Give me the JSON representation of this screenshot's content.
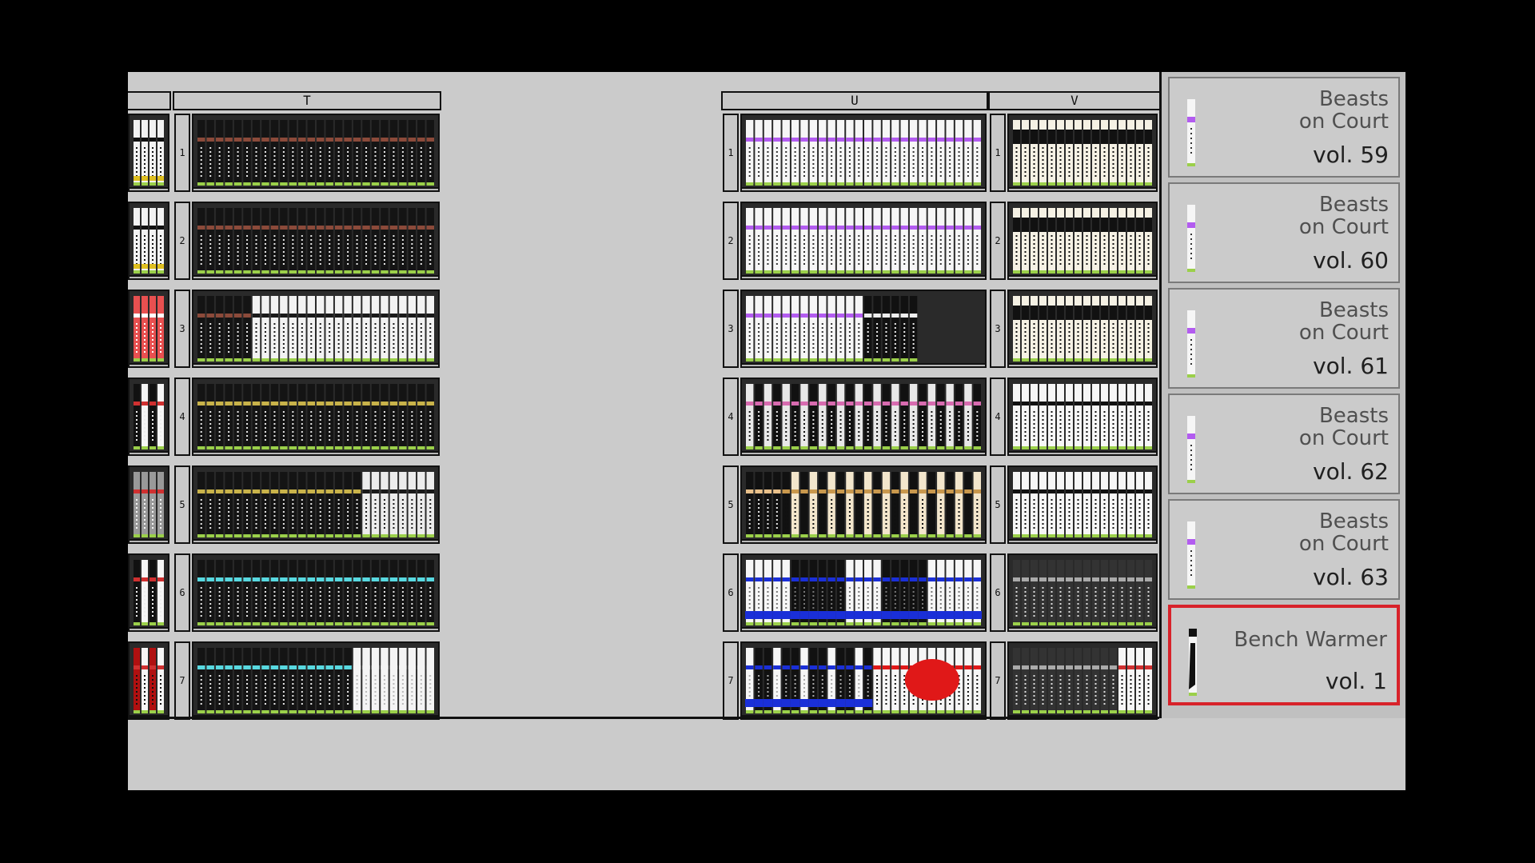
{
  "sections": [
    {
      "id": "T",
      "label": "T"
    },
    {
      "id": "U",
      "label": "U"
    },
    {
      "id": "V",
      "label": "V"
    }
  ],
  "row_labels": [
    "1",
    "2",
    "3",
    "4",
    "5",
    "6",
    "7"
  ],
  "colors": {
    "background": "#000000",
    "panel": "#cbcbcb",
    "selection": "#d8222a",
    "accent_purple": "#b35cf0",
    "accent_blue": "#1a2fd8",
    "accent_red": "#e01818",
    "accent_cyan": "#58d8e0",
    "accent_gold": "#c9b34a"
  },
  "detail_panel": {
    "items": [
      {
        "title": "Beasts\non Court",
        "volume": "vol. 59",
        "icon": "book-spine-white-purple-band",
        "selected": false
      },
      {
        "title": "Beasts\non Court",
        "volume": "vol. 60",
        "icon": "book-spine-white-purple-band",
        "selected": false
      },
      {
        "title": "Beasts\non Court",
        "volume": "vol. 61",
        "icon": "book-spine-white-purple-band",
        "selected": false
      },
      {
        "title": "Beasts\non Court",
        "volume": "vol. 62",
        "icon": "book-spine-white-purple-band",
        "selected": false
      },
      {
        "title": "Beasts\non Court",
        "volume": "vol. 63",
        "icon": "book-spine-white-purple-band",
        "selected": false
      },
      {
        "title": "Bench Warmer",
        "volume": "vol. 1",
        "icon": "book-spine-black-white",
        "selected": true
      }
    ]
  }
}
